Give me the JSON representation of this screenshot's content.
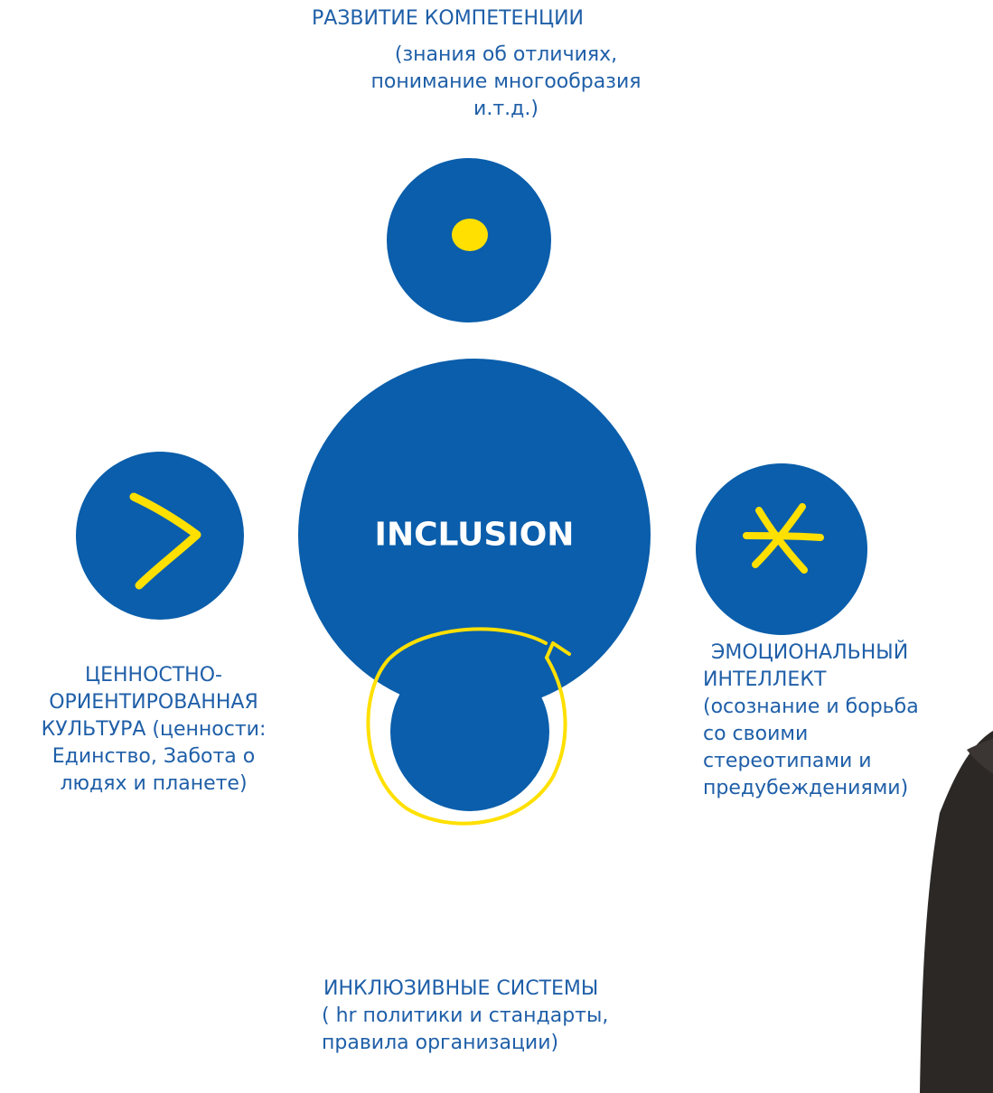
{
  "center": {
    "label": "INCLUSION"
  },
  "nodes": {
    "top": {
      "title": "РАЗВИТИЕ КОМПЕТЕНЦИИ",
      "detail": "(знания об отличиях,\nпонимание многообразия\nи.т.д.)",
      "icon": "dot-icon"
    },
    "left": {
      "text": "ЦЕННОСТНО-\nОРИЕНТИРОВАННАЯ\nКУЛЬТУРА (ценности:\nЕдинство, Забота о\nлюдях и планете)",
      "icon": "chevron-right-icon"
    },
    "right": {
      "title": " ЭМОЦИОНАЛЬНЫЙ",
      "detail": "ИНТЕЛЛЕКТ\n(осознание и борьба\nсо своими\nстереотипами и\nпредубеждениями)",
      "icon": "asterisk-icon"
    },
    "bottom": {
      "title": "ИНКЛЮЗИВНЫЕ СИСТЕМЫ",
      "detail": "( hr политики и стандарты,\nправила организации)",
      "icon": "cycle-arrow-icon"
    }
  },
  "colors": {
    "circle": "#0a5eab",
    "accent": "#ffe000",
    "text": "#1f5fa8"
  }
}
